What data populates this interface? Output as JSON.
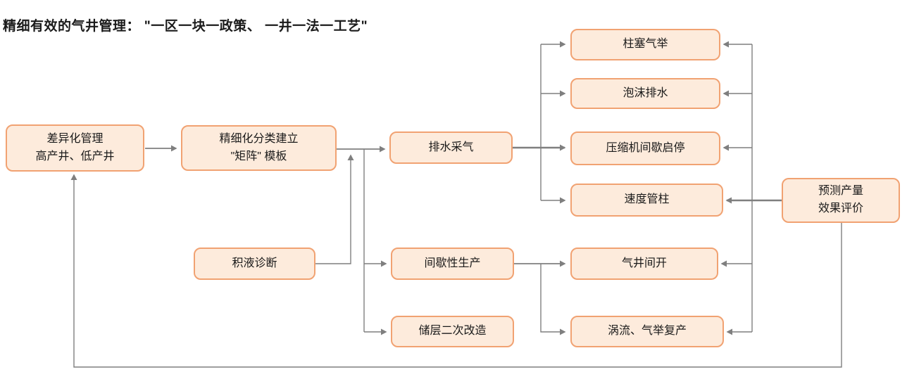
{
  "title": "精细有效的气井管理： \"一区一块一政策、 一井一法一工艺\"",
  "diagram": {
    "nodes": {
      "diff_mgmt": {
        "label": "差异化管理\n高产井、低产井"
      },
      "matrix": {
        "label": "精细化分类建立\n\"矩阵\" 模板"
      },
      "drainage": {
        "label": "排水采气"
      },
      "plunger": {
        "label": "柱塞气举"
      },
      "foam": {
        "label": "泡沫排水"
      },
      "compressor": {
        "label": "压缩机间歇启停"
      },
      "velocity": {
        "label": "速度管柱"
      },
      "predict": {
        "label": "预测产量\n效果评价"
      },
      "liquid_diag": {
        "label": "积液诊断"
      },
      "intermittent": {
        "label": "间歇性生产"
      },
      "well_open": {
        "label": "气井间开"
      },
      "reservoir": {
        "label": "储层二次改造"
      },
      "vortex": {
        "label": "涡流、气举复产"
      }
    },
    "edges": [
      {
        "from": "差异化管理 高产井、低产井",
        "to": "精细化分类建立 \"矩阵\" 模板"
      },
      {
        "from": "精细化分类建立 \"矩阵\" 模板",
        "to": "排水采气"
      },
      {
        "from": "积液诊断",
        "to": "精细化分类建立→排水采气 主线"
      },
      {
        "from": "精细化分类建立 \"矩阵\" 模板",
        "to": "间歇性生产"
      },
      {
        "from": "精细化分类建立 \"矩阵\" 模板",
        "to": "储层二次改造"
      },
      {
        "from": "排水采气",
        "to": "柱塞气举"
      },
      {
        "from": "排水采气",
        "to": "泡沫排水"
      },
      {
        "from": "排水采气",
        "to": "压缩机间歇启停"
      },
      {
        "from": "排水采气",
        "to": "速度管柱"
      },
      {
        "from": "间歇性生产",
        "to": "气井间开"
      },
      {
        "from": "间歇性生产",
        "to": "涡流、气举复产"
      },
      {
        "from": "预测产量 效果评价",
        "to": "速度管柱"
      },
      {
        "from": "预测产量 效果评价",
        "to": "柱塞气举"
      },
      {
        "from": "预测产量 效果评价",
        "to": "泡沫排水"
      },
      {
        "from": "预测产量 效果评价",
        "to": "压缩机间歇启停"
      },
      {
        "from": "预测产量 效果评价",
        "to": "气井间开"
      },
      {
        "from": "预测产量 效果评价",
        "to": "涡流、气举复产"
      },
      {
        "from": "预测产量 效果评价",
        "to": "差异化管理 高产井、低产井"
      }
    ],
    "colors": {
      "box_fill": "#FDEBDC",
      "box_border": "#F1A272",
      "connector": "#7F7F7F",
      "title_text": "#1A1A1A"
    }
  }
}
